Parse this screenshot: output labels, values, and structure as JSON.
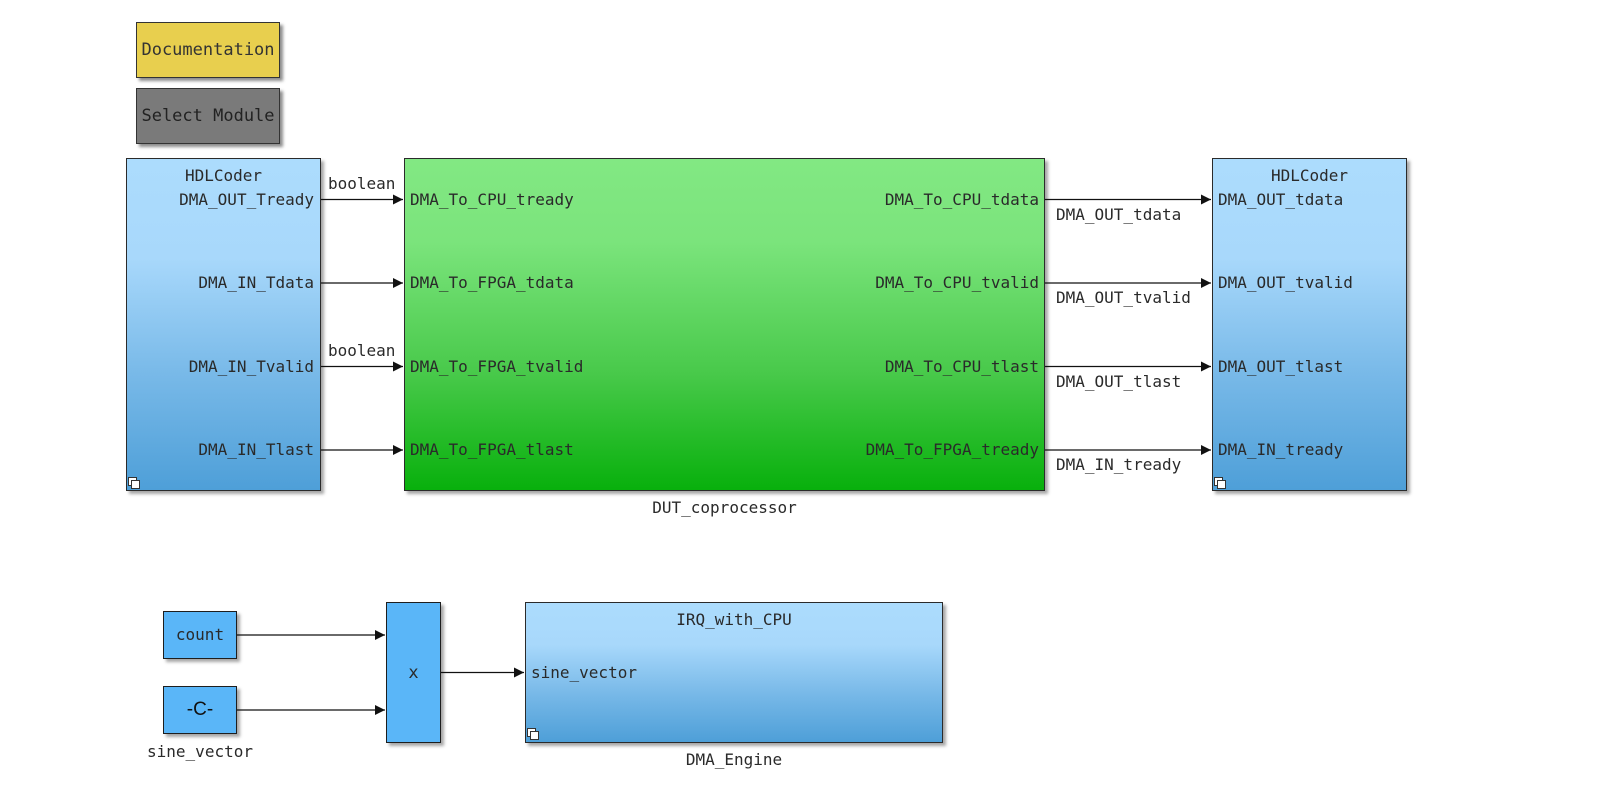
{
  "buttons": {
    "documentation": "Documentation",
    "select_module": "Select Module"
  },
  "left_subsystem": {
    "title": "HDLCoder",
    "ports": [
      "DMA_OUT_Tready",
      "DMA_IN_Tdata",
      "DMA_IN_Tvalid",
      "DMA_IN_Tlast"
    ]
  },
  "dut": {
    "name": "DUT_coprocessor",
    "inputs": [
      "DMA_To_CPU_tready",
      "DMA_To_FPGA_tdata",
      "DMA_To_FPGA_tvalid",
      "DMA_To_FPGA_tlast"
    ],
    "outputs": [
      "DMA_To_CPU_tdata",
      "DMA_To_CPU_tvalid",
      "DMA_To_CPU_tlast",
      "DMA_To_FPGA_tready"
    ]
  },
  "left_signals": [
    "boolean",
    "",
    "boolean",
    ""
  ],
  "right_signals": [
    "DMA_OUT_tdata",
    "DMA_OUT_tvalid",
    "DMA_OUT_tlast",
    "DMA_IN_tready"
  ],
  "right_subsystem": {
    "title": "HDLCoder",
    "ports": [
      "DMA_OUT_tdata",
      "DMA_OUT_tvalid",
      "DMA_OUT_tlast",
      "DMA_IN_tready"
    ]
  },
  "bottom": {
    "count_block": "count",
    "constant_block": "-C-",
    "constant_name": "sine_vector",
    "product_block": "x",
    "engine": {
      "title": "IRQ_with_CPU",
      "input": "sine_vector",
      "name": "DMA_Engine"
    }
  }
}
